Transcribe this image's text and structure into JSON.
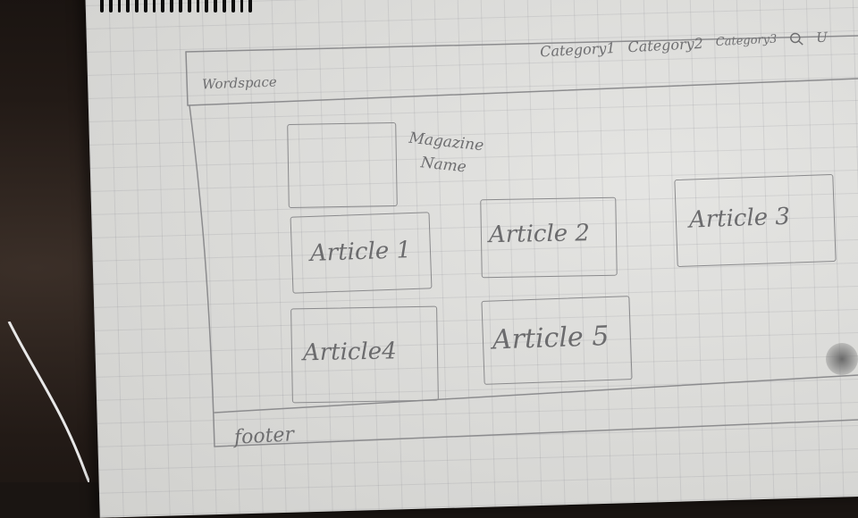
{
  "header": {
    "brand": "Wordspace",
    "nav": [
      "Category1",
      "Category2",
      "Category3"
    ],
    "search_icon": "search-icon",
    "extra": "U"
  },
  "magazine": {
    "name_line1": "Magazine",
    "name_line2": "Name"
  },
  "articles": [
    "Article 1",
    "Article 2",
    "Article 3",
    "Article4",
    "Article 5"
  ],
  "footer": {
    "label": "footer"
  },
  "colors": {
    "paper": "#dcdcd9",
    "pencil": "#6e6e70",
    "background": "#1a1512"
  }
}
